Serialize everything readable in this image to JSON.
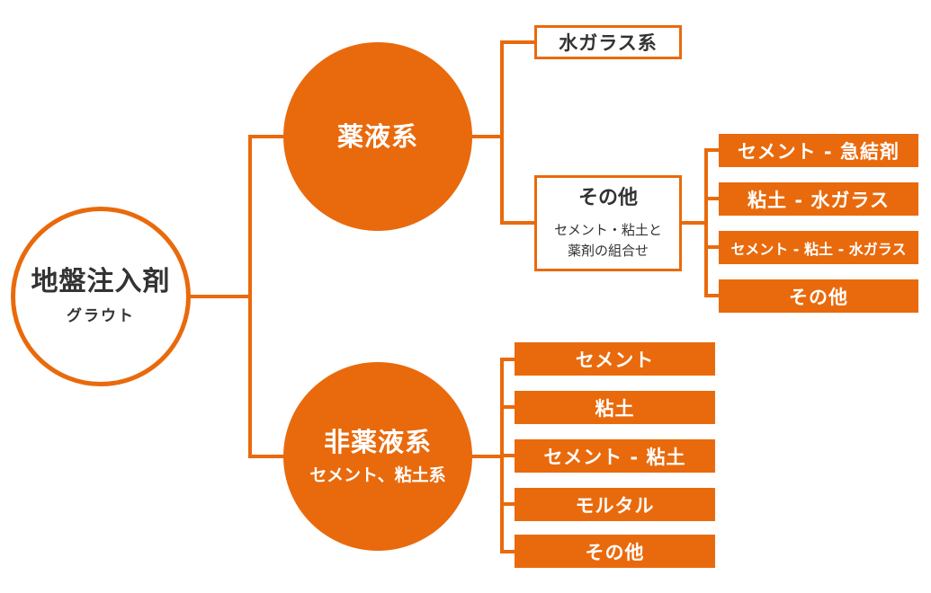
{
  "colors": {
    "accent": "#E96A0C",
    "text_dark": "#333333",
    "text_light": "#FFFFFF"
  },
  "root": {
    "title": "地盤注入剤",
    "subtitle": "グラウト"
  },
  "chemical": {
    "title": "薬液系",
    "items": [
      {
        "label": "水ガラス系"
      },
      {
        "label": "その他",
        "note_line1": "セメント・粘土と",
        "note_line2": "薬剤の組合せ"
      }
    ],
    "other_items": [
      "セメント - 急結剤",
      "粘土 - 水ガラス",
      "セメント - 粘土 - 水ガラス",
      "その他"
    ]
  },
  "non_chemical": {
    "title": "非薬液系",
    "subtitle": "セメント、粘土系",
    "items": [
      "セメント",
      "粘土",
      "セメント - 粘土",
      "モルタル",
      "その他"
    ]
  }
}
